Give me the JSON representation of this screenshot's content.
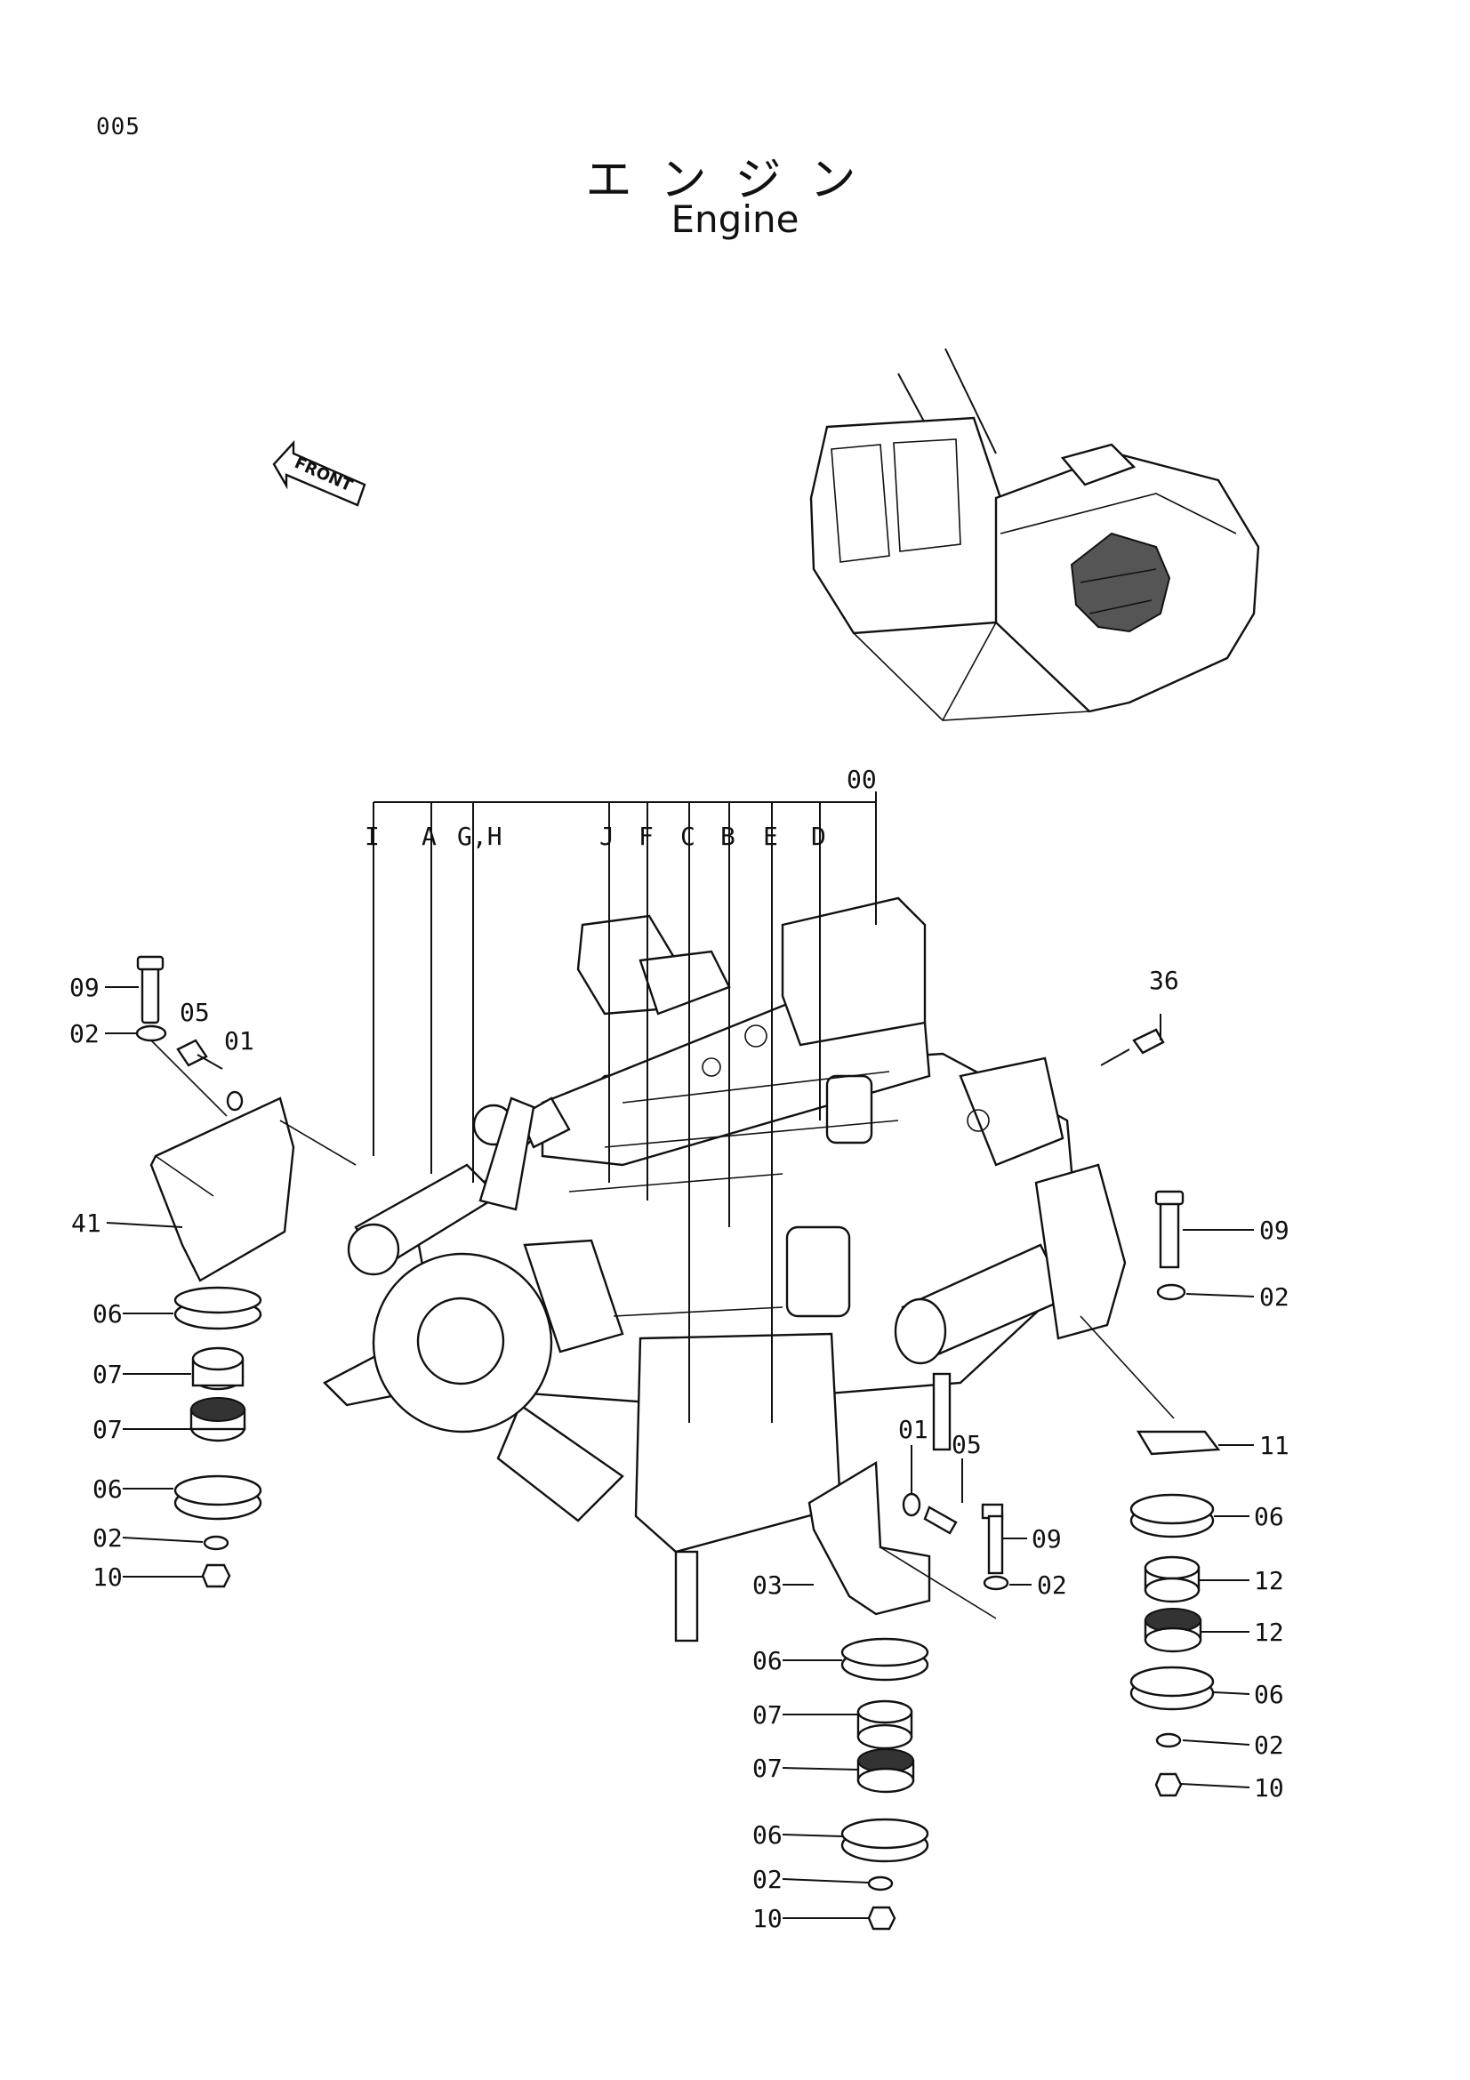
{
  "page_number": "005",
  "title_jp": "エンジン",
  "title_en": "Engine",
  "front_label": "FRONT",
  "labels": {
    "assembly": "00",
    "L": "I",
    "A": "A",
    "GH": "G,H",
    "J": "J",
    "F": "F",
    "C": "C",
    "B": "B",
    "E": "E",
    "D": "D",
    "p09_left": "09",
    "p02_left": "02",
    "p05_left": "05",
    "p01_left": "01",
    "p41": "41",
    "p06_l1": "06",
    "p07_l1": "07",
    "p07_l2": "07",
    "p06_l2": "06",
    "p02_l3": "02",
    "p10_l": "10",
    "p36": "36",
    "p09_right": "09",
    "p02_right": "02",
    "p11": "11",
    "p06_r1": "06",
    "p12_r1": "12",
    "p12_r2": "12",
    "p06_r2": "06",
    "p02_r3": "02",
    "p10_r": "10",
    "p01_mid": "01",
    "p05_mid": "05",
    "p09_mid": "09",
    "p03": "03",
    "p02_mid": "02",
    "p06_c1": "06",
    "p07_c1": "07",
    "p07_c2": "07",
    "p06_c2": "06",
    "p02_c3": "02",
    "p10_c": "10"
  }
}
